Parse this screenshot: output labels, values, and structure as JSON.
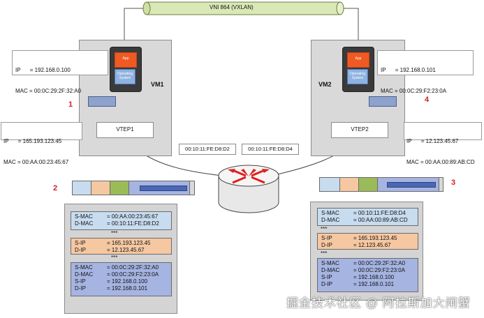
{
  "tunnel": {
    "label": "VNI 864 (VXLAN)"
  },
  "host1": {
    "vm_label": "VM1",
    "step": "1",
    "vm_info": {
      "ip": "IP      = 192.168.0.100",
      "mac": "MAC = 00:0C:29:2F:32:A0"
    },
    "vtep_label": "VTEP1",
    "vtep_info": {
      "ip": "IP      = 165.193.123.45",
      "mac": "MAC = 00:AA:00:23:45:67"
    },
    "app_label": "App",
    "os_label": "Operating System"
  },
  "host2": {
    "vm_label": "VM2",
    "step": "4",
    "vm_info": {
      "ip": "IP      = 192.168.0.101",
      "mac": "MAC = 00:0C:29:F2:23:0A"
    },
    "vtep_label": "VTEP2",
    "vtep_info": {
      "ip": "IP      = 12.123.45.67",
      "mac": "MAC = 00:AA:00:89:AB:CD"
    },
    "app_label": "App",
    "os_label": "Operating System"
  },
  "router": {
    "mac_left": "00:10:11:FE:D8:D2",
    "mac_right": "00:10:11:FE:D8:D4"
  },
  "step2": "2",
  "step3": "3",
  "packet_left": {
    "outer_mac": [
      [
        "S-MAC",
        "= 00:AA:00:23:45:67"
      ],
      [
        "D-MAC",
        "= 00:10:11:FE:D8:D2"
      ]
    ],
    "stars1": "***",
    "outer_ip": [
      [
        "S-IP",
        "= 165.193.123.45"
      ],
      [
        "D-IP",
        "= 12.123.45.67"
      ]
    ],
    "stars2": "***",
    "inner": [
      [
        "S-MAC",
        "= 00:0C:29:2F:32:A0"
      ],
      [
        "D-MAC",
        "= 00:0C:29:F2:23:0A"
      ],
      [
        "S-IP",
        "= 192.168.0.100"
      ],
      [
        "D-IP",
        "= 192.168.0.101"
      ]
    ]
  },
  "packet_right": {
    "outer_mac": [
      [
        "S-MAC",
        "= 00:10:11:FE:D8:D4"
      ],
      [
        "D-MAC",
        "= 00:AA:00:89:AB:CD"
      ]
    ],
    "stars1": "***",
    "outer_ip": [
      [
        "S-IP",
        "= 165.193.123.45"
      ],
      [
        "D-IP",
        "= 12.123.45.67"
      ]
    ],
    "stars2": "***",
    "inner": [
      [
        "S-MAC",
        "= 00:0C:29:2F:32:A0"
      ],
      [
        "D-MAC",
        "= 00:0C:29:F2:23:0A"
      ],
      [
        "S-IP",
        "= 192.168.0.100"
      ],
      [
        "D-IP",
        "= 192.168.0.101"
      ]
    ]
  },
  "watermark": "掘金技术社区 @ 阿拉斯加大闸蟹",
  "colors": {
    "tunnel": "#d9e8b5",
    "orange": "#f5c8a2",
    "lightblue": "#c8dcef",
    "purple": "#a6b4e2",
    "green": "#9bbb59",
    "red": "#e0201c"
  }
}
